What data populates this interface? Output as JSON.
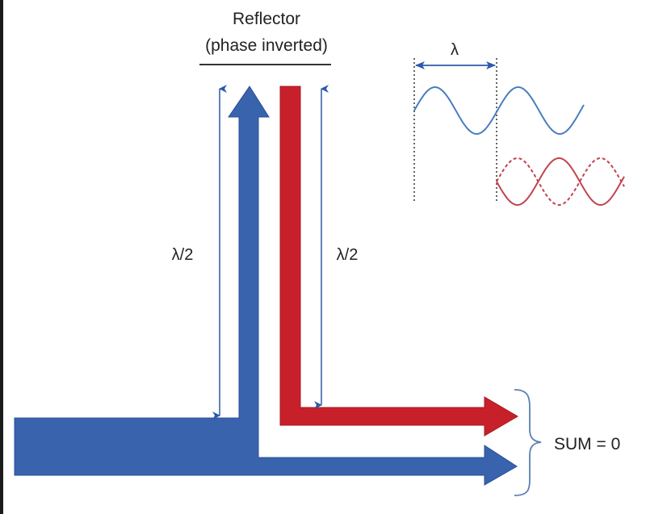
{
  "diagram": {
    "reflector": {
      "title": "Reflector",
      "subtitle": "(phase inverted)"
    },
    "left_distance_label": "λ/2",
    "right_distance_label": "λ/2",
    "wavelength_label": "λ",
    "sum_label": "SUM = 0",
    "colors": {
      "incident_blue": "#3a63ad",
      "reflected_red": "#c8202a",
      "guide_blue": "#2b5aa8",
      "wave_blue": "#4a7cc0",
      "wave_red": "#c2434f",
      "text": "#222222"
    }
  }
}
